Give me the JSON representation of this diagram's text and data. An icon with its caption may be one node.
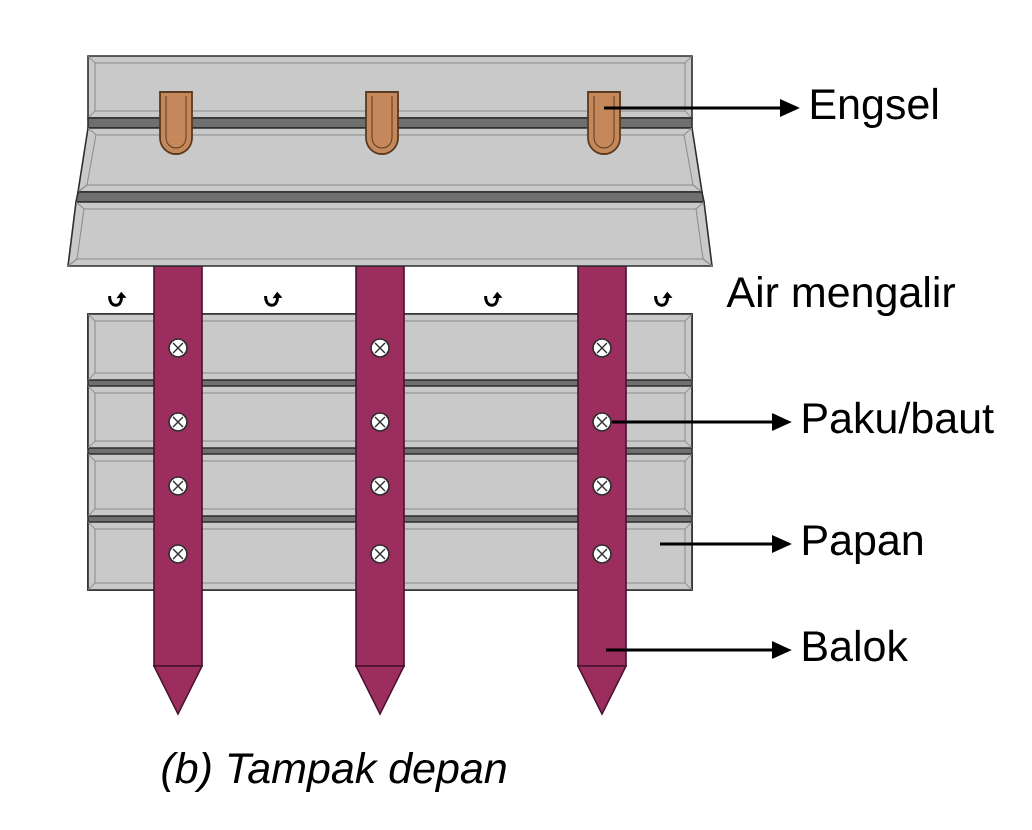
{
  "diagram": {
    "caption": "(b) Tampak depan",
    "nodes": [
      {
        "text": [],
        "shape": "picture"
      },
      {
        "text": [],
        "shape": "picture"
      },
      {
        "text": [],
        "shape": "picture"
      },
      {
        "text": [
          "Engsel"
        ]
      },
      {
        "text": [],
        "shape": "bar"
      },
      {
        "text": [],
        "shape": "circle"
      },
      {
        "text": [
          "Paku/baut"
        ]
      },
      {
        "text": [],
        "shape": "box"
      },
      {
        "text": [
          "Papan"
        ]
      },
      {
        "text": [
          "Balok"
        ]
      }
    ],
    "edges": [
      {
        "from": 2,
        "to": 3,
        "arrow": "to"
      },
      {
        "from": 5,
        "to": 6,
        "arrow": "to"
      },
      {
        "from": 7,
        "to": 8,
        "arrow": "to"
      },
      {
        "from": 4,
        "to": 9,
        "arrow": "to"
      }
    ],
    "labels": [
      "Air mengalir"
    ]
  }
}
